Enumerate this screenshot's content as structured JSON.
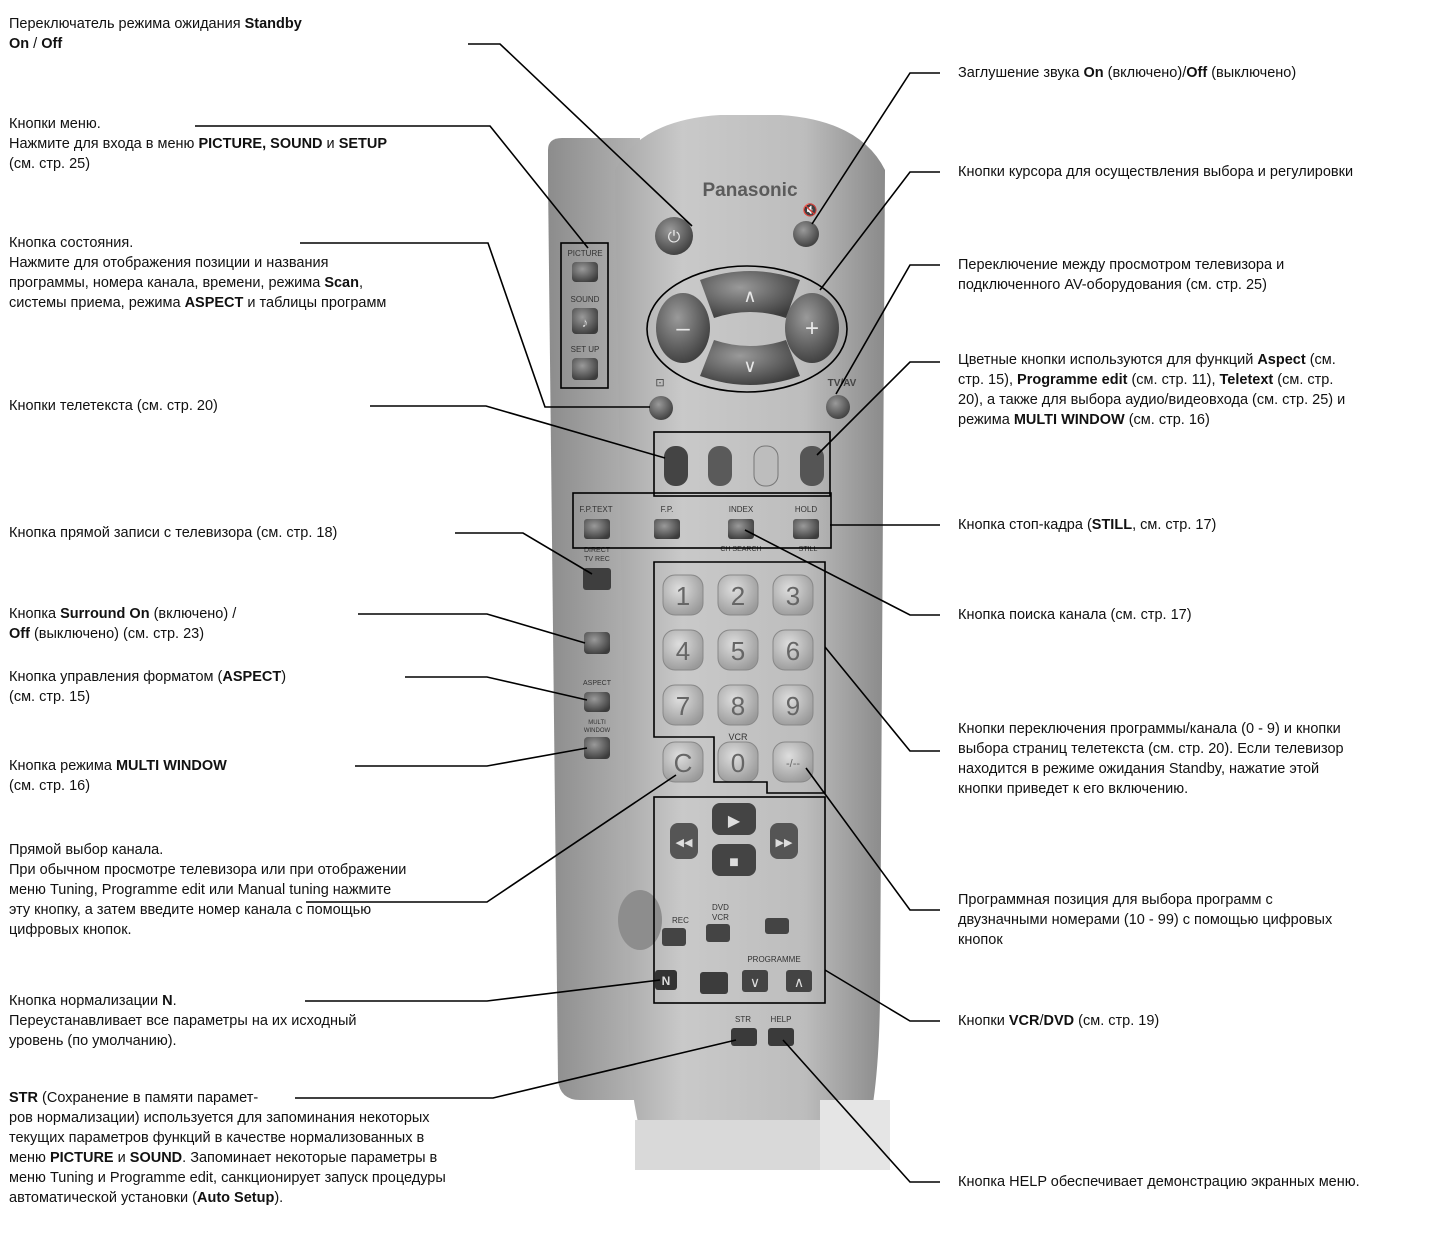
{
  "brand": "Panasonic",
  "remote_text": {
    "picture": "PICTURE",
    "sound": "SOUND",
    "setup": "SET UP",
    "tvav": "TV/AV",
    "fp": "F.P.",
    "index": "INDEX",
    "hold": "HOLD",
    "fptext": "F.P.TEXT",
    "chsearch": "CH SEARCH",
    "still": "STILL",
    "direct": "DIRECT",
    "tvrec": "TV REC",
    "aspect": "ASPECT",
    "multi": "MULTI",
    "window": "WINDOW",
    "vcr": "VCR",
    "rec": "REC",
    "dvd": "DVD",
    "vcr2": "VCR",
    "programme": "PROGRAMME",
    "str": "STR",
    "help": "HELP",
    "num1": "1",
    "num2": "2",
    "num3": "3",
    "num4": "4",
    "num5": "5",
    "num6": "6",
    "num7": "7",
    "num8": "8",
    "num9": "9",
    "num0": "0",
    "c": "C",
    "n": "N",
    "plus10": "-/--"
  },
  "labels": {
    "standby": [
      "Переключатель режима ожидания <b>Standby</b>",
      "<b>On</b> / <b>Off</b>"
    ],
    "menu": [
      "Кнопки меню.",
      "Нажмите для входа в меню <b>PICTURE, SOUND</b> и <b>SETUP</b>",
      "(см. стр. 25)"
    ],
    "status": [
      "Кнопка состояния.",
      "Нажмите для отображения позиции и названия",
      "программы, номера канала, времени, режима <b>Scan</b>,",
      "системы приема, режима <b>ASPECT</b> и таблицы программ"
    ],
    "teletext": [
      "Кнопки телетекста  (см. стр. 20)"
    ],
    "directrec": [
      "Кнопка прямой записи с телевизора  (см. стр. 18)"
    ],
    "surround": [
      "Кнопка <b>Surround On</b> (включено) /",
      "<b>Off</b> (выключено) (см. стр. 23)"
    ],
    "aspect": [
      "Кнопка управления форматом (<b>ASPECT</b>)",
      "(см. стр. 15)"
    ],
    "multiwin": [
      "Кнопка режима <b>MULTI WINDOW</b>",
      "(см. стр. 16)"
    ],
    "direct": [
      "Прямой выбор канала.",
      "При обычном просмотре телевизора или при отображении",
      "меню Tuning, Programme edit или Manual tuning нажмите",
      "эту кнопку, а затем введите номер канала с помощью",
      "цифровых кнопок."
    ],
    "normal": [
      "Кнопка нормализации <b>N</b>.",
      "Переустанавливает все параметры на их исходный",
      "уровень (по умолчанию)."
    ],
    "str": [
      "<b>STR</b> (Сохранение в памяти парамет-",
      "ров нормализации) используется для запоминания некоторых",
      "текущих параметров функций в качестве нормализованных в",
      "меню <b>PICTURE</b> и <b>SOUND</b>. Запоминает некоторые параметры в",
      "меню Tuning и Programme edit, санкционирует запуск процедуры",
      "автоматической установки (<b>Auto Setup</b>)."
    ],
    "mute": [
      "Заглушение звука <b>On</b> (включено)/<b>Off</b> (выключено)"
    ],
    "cursor": [
      "Кнопки курсора для осуществления выбора и регулировки"
    ],
    "tvav": [
      "Переключение между просмотром телевизора и",
      "подключенного AV-оборудования (см. стр. 25)"
    ],
    "color": [
      "Цветные кнопки используются для функций <b>Aspect</b> (см.",
      "стр. 15), <b>Programme edit</b> (см. стр. 11), <b>Teletext</b> (см. стр.",
      "20), а также для выбора аудио/видеовхода (см. стр. 25) и",
      "режима <b>MULTI WINDOW</b> (см. стр. 16)"
    ],
    "still": [
      "Кнопка стоп-кадра (<b>STILL</b>, см. стр. 17)"
    ],
    "chsearch": [
      "Кнопка поиска канала (см. стр. 17)"
    ],
    "numbers": [
      "Кнопки переключения программы/канала (0 - 9) и кнопки",
      "выбора страниц телетекста (см. стр. 20). Если телевизор",
      "находится в режиме ожидания Standby, нажатие этой",
      "кнопки приведет к его включению."
    ],
    "twodigit": [
      "Программная позиция для выбора программ с",
      "двузначными номерами (10 - 99) с помощью цифровых",
      "кнопок"
    ],
    "vcrdvd": [
      "Кнопки <b>VCR</b>/<b>DVD</b> (см. стр. 19)"
    ],
    "help": [
      "Кнопка HELP обеспечивает демонстрацию экранных меню."
    ]
  }
}
